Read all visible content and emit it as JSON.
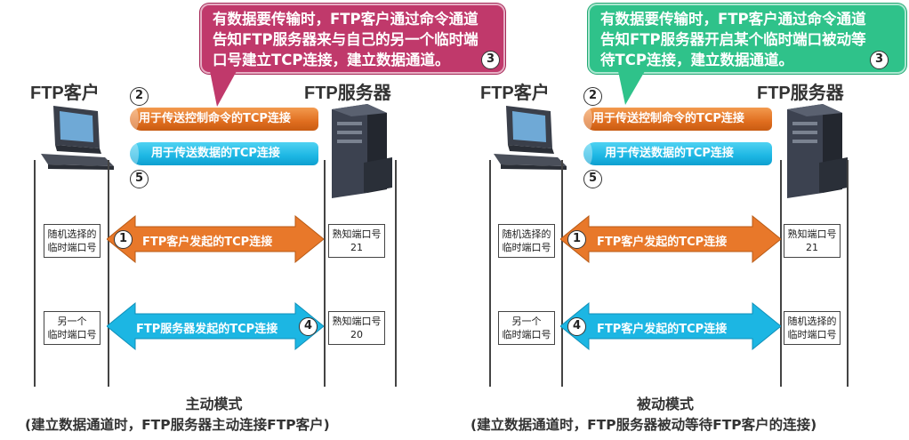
{
  "left": {
    "callout": {
      "line1": "有数据要传输时，FTP客户通过命令通道",
      "line2": "告知FTP服务器来与自己的另一个临时端",
      "line3": "口号建立TCP连接，建立数据通道。",
      "step": "3"
    },
    "client_label": "FTP客户",
    "server_label": "FTP服务器",
    "control_pipe": {
      "step": "2",
      "label": "用于传送控制命令的TCP连接"
    },
    "data_pipe": {
      "step": "5",
      "label": "用于传送数据的TCP连接"
    },
    "arrow1": {
      "step": "1",
      "label": "FTP客户发起的TCP连接"
    },
    "arrow2": {
      "step": "4",
      "label": "FTP服务器发起的TCP连接"
    },
    "client_port1": {
      "line1": "随机选择的",
      "line2": "临时端口号"
    },
    "client_port2": {
      "line1": "另一个",
      "line2": "临时端口号"
    },
    "server_port1": {
      "line1": "熟知端口号",
      "line2": "21"
    },
    "server_port2": {
      "line1": "熟知端口号",
      "line2": "20"
    },
    "caption_title": "主动模式",
    "caption_sub": "(建立数据通道时，FTP服务器主动连接FTP客户)"
  },
  "right": {
    "callout": {
      "line1": "有数据要传输时，FTP客户通过命令通道",
      "line2": "告知FTP服务器开启某个临时端口被动等",
      "line3": "待TCP连接，建立数据通道。",
      "step": "3"
    },
    "client_label": "FTP客户",
    "server_label": "FTP服务器",
    "control_pipe": {
      "step": "2",
      "label": "用于传送控制命令的TCP连接"
    },
    "data_pipe": {
      "step": "5",
      "label": "用于传送数据的TCP连接"
    },
    "arrow1": {
      "step": "1",
      "label": "FTP客户发起的TCP连接"
    },
    "arrow2": {
      "step": "4",
      "label": "FTP客户发起的TCP连接"
    },
    "client_port1": {
      "line1": "随机选择的",
      "line2": "临时端口号"
    },
    "client_port2": {
      "line1": "另一个",
      "line2": "临时端口号"
    },
    "server_port1": {
      "line1": "熟知端口号",
      "line2": "21"
    },
    "server_port2": {
      "line1": "随机选择的",
      "line2": "临时端口号"
    },
    "caption_title": "被动模式",
    "caption_sub": "(建立数据通道时，FTP服务器被动等待FTP客户的连接)"
  },
  "colors": {
    "magenta": "#c0396b",
    "green": "#2fc28a",
    "orange": "#e8782a",
    "cyan": "#1cb6e3"
  },
  "icons": [
    "computer-icon",
    "server-icon"
  ]
}
